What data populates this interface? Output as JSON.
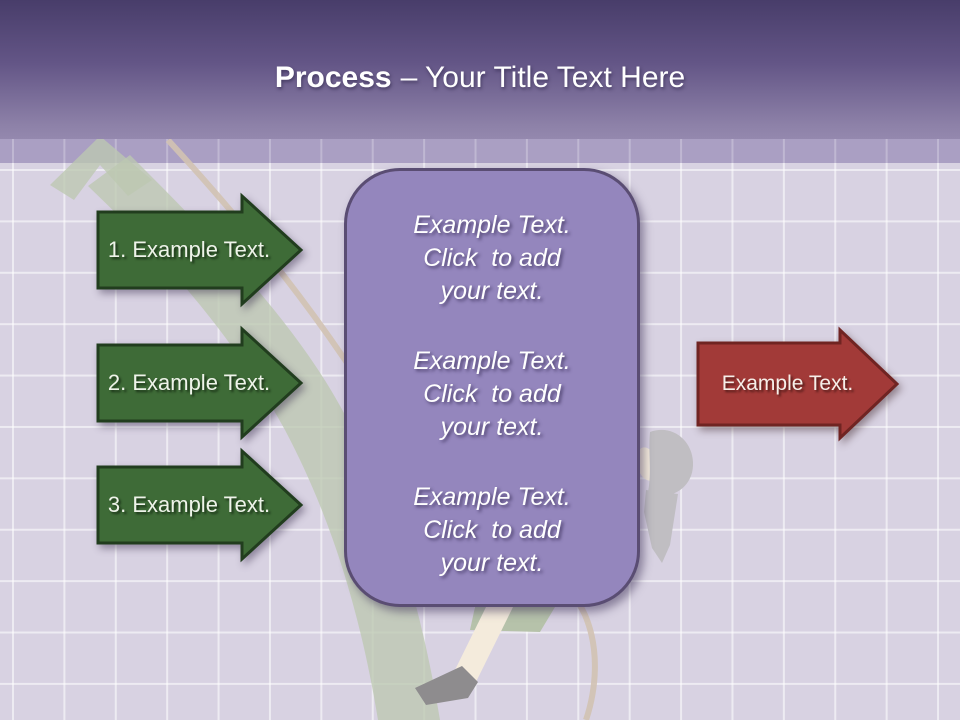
{
  "slide": {
    "title": {
      "emphasis": "Process",
      "rest": "– Your Title Text Here"
    },
    "steps": [
      {
        "label": "1. Example Text."
      },
      {
        "label": "2. Example Text."
      },
      {
        "label": "3. Example Text."
      }
    ],
    "panel": {
      "blocks": [
        "Example Text.\nClick  to add\nyour text.",
        "Example Text.\nClick  to add\nyour text.",
        "Example Text.\nClick  to add\nyour text."
      ]
    },
    "result": {
      "label": "Example Text."
    },
    "colors": {
      "title_gradient_top": "#483d6a",
      "title_gradient_bottom": "#9488ae",
      "strip": "#aa9fc3",
      "background": "#d8d2e2",
      "gridline": "#eceaf2",
      "step_fill": "#3e6b37",
      "step_border": "#213d1e",
      "panel_fill": "#9486bd",
      "panel_border": "#5a4d73",
      "result_fill": "#a23a38",
      "result_border": "#702422",
      "sage_watermark": "#bdc8b1",
      "rope": "#d2c2b2"
    },
    "decorations": {
      "watermarks": [
        "rising-arrow-swoosh",
        "rope-curve",
        "climbing-woman-figure"
      ]
    }
  }
}
